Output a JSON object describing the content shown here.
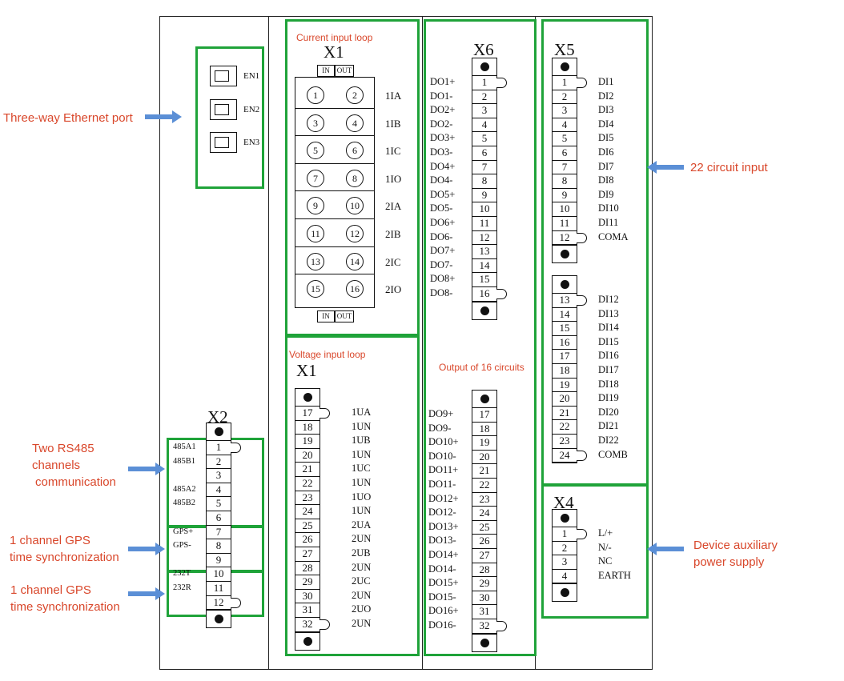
{
  "callouts": {
    "ethernet": "Three-way Ethernet port",
    "rs485_line1": "Two RS485",
    "rs485_line2": "channels",
    "rs485_line3": "communication",
    "gps1_line1": "1 channel GPS",
    "gps1_line2": "time synchronization",
    "gps2_line1": "1 channel GPS",
    "gps2_line2": "time synchronization",
    "circuit_input": "22 circuit input",
    "aux_line1": "Device auxiliary",
    "aux_line2": "power supply"
  },
  "region_labels": {
    "current_loop": "Current input loop",
    "voltage_loop": "Voltage input loop",
    "output_16": "Output of 16 circuits"
  },
  "ethernet_ports": [
    "EN1",
    "EN2",
    "EN3"
  ],
  "x1_current": {
    "title": "X1",
    "in_label": "IN",
    "out_label": "OUT",
    "rows": [
      {
        "a": "1",
        "b": "2",
        "label": "1IA"
      },
      {
        "a": "3",
        "b": "4",
        "label": "1IB"
      },
      {
        "a": "5",
        "b": "6",
        "label": "1IC"
      },
      {
        "a": "7",
        "b": "8",
        "label": "1IO"
      },
      {
        "a": "9",
        "b": "10",
        "label": "2IA"
      },
      {
        "a": "11",
        "b": "12",
        "label": "2IB"
      },
      {
        "a": "13",
        "b": "14",
        "label": "2IC"
      },
      {
        "a": "15",
        "b": "16",
        "label": "2IO"
      }
    ]
  },
  "x1_voltage": {
    "title": "X1",
    "pins": [
      "17",
      "18",
      "19",
      "20",
      "21",
      "22",
      "23",
      "24",
      "25",
      "26",
      "27",
      "28",
      "29",
      "30",
      "31",
      "32"
    ],
    "labels": [
      "1UA",
      "1UN",
      "1UB",
      "1UN",
      "1UC",
      "1UN",
      "1UO",
      "1UN",
      "2UA",
      "2UN",
      "2UB",
      "2UN",
      "2UC",
      "2UN",
      "2UO",
      "2UN"
    ]
  },
  "x2": {
    "title": "X2",
    "pins": [
      "1",
      "2",
      "3",
      "4",
      "5",
      "6",
      "7",
      "8",
      "9",
      "10",
      "11",
      "12"
    ],
    "labels": [
      "485A1",
      "485B1",
      "",
      "485A2",
      "485B2",
      "",
      "GPS+",
      "GPS-",
      "",
      "232T",
      "232R",
      ""
    ]
  },
  "x6_top": {
    "title": "X6",
    "pins": [
      "1",
      "2",
      "3",
      "4",
      "5",
      "6",
      "7",
      "8",
      "9",
      "10",
      "11",
      "12",
      "13",
      "14",
      "15",
      "16"
    ],
    "labels": [
      "DO1+",
      "DO1-",
      "DO2+",
      "DO2-",
      "DO3+",
      "DO3-",
      "DO4+",
      "DO4-",
      "DO5+",
      "DO5-",
      "DO6+",
      "DO6-",
      "DO7+",
      "DO7-",
      "DO8+",
      "DO8-"
    ]
  },
  "x6_bottom": {
    "pins": [
      "17",
      "18",
      "19",
      "20",
      "21",
      "22",
      "23",
      "24",
      "25",
      "26",
      "27",
      "28",
      "29",
      "30",
      "31",
      "32"
    ],
    "labels": [
      "DO9+",
      "DO9-",
      "DO10+",
      "DO10-",
      "DO11+",
      "DO11-",
      "DO12+",
      "DO12-",
      "DO13+",
      "DO13-",
      "DO14+",
      "DO14-",
      "DO15+",
      "DO15-",
      "DO16+",
      "DO16-"
    ]
  },
  "x5_top": {
    "title": "X5",
    "pins": [
      "1",
      "2",
      "3",
      "4",
      "5",
      "6",
      "7",
      "8",
      "9",
      "10",
      "11",
      "12"
    ],
    "labels": [
      "DI1",
      "DI2",
      "DI3",
      "DI4",
      "DI5",
      "DI6",
      "DI7",
      "DI8",
      "DI9",
      "DI10",
      "DI11",
      "COMA"
    ]
  },
  "x5_bottom": {
    "pins": [
      "13",
      "14",
      "15",
      "16",
      "17",
      "18",
      "19",
      "20",
      "21",
      "22",
      "23",
      "24"
    ],
    "labels": [
      "DI12",
      "DI13",
      "DI14",
      "DI15",
      "DI16",
      "DI17",
      "DI18",
      "DI19",
      "DI20",
      "DI21",
      "DI22",
      "COMB"
    ]
  },
  "x4": {
    "title": "X4",
    "pins": [
      "1",
      "2",
      "3",
      "4"
    ],
    "labels": [
      "L/+",
      "N/-",
      "NC",
      "EARTH"
    ]
  },
  "colors": {
    "highlight_box": "#1fa339",
    "callout_text": "#d9472b",
    "arrow": "#5b8fd6"
  }
}
